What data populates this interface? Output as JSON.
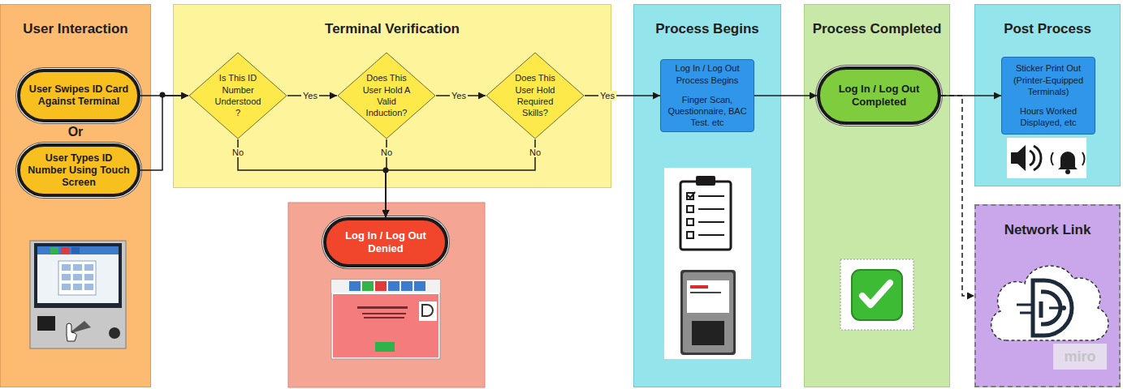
{
  "diagram": {
    "nodes": [
      {
        "text": [
          "User Interaction"
        ]
      },
      {
        "text": [
          "User Swipes ID Card Against Terminal"
        ],
        "in": 0
      },
      {
        "text": [
          "User Types ID Number Using Touch Screen"
        ],
        "in": 0
      },
      {
        "text": [
          "Terminal Verification"
        ]
      },
      {
        "text": [
          "Is This ID Number Understood ?"
        ],
        "in": 3
      },
      {
        "text": [
          "Does This User Hold A Valid Induction?"
        ],
        "in": 3
      },
      {
        "text": [
          "Does This User Hold Required Skills?"
        ],
        "in": 3
      },
      {
        "text": [
          "Log In / Log Out Denied"
        ]
      },
      {
        "text": [
          "Process Begins"
        ]
      },
      {
        "text": [
          "Log In / Log Out Process Begins",
          "Finger Scan, Questionnaire, BAC Test. etc"
        ],
        "in": 8
      },
      {
        "text": [
          "Process Completed"
        ]
      },
      {
        "text": [
          "Log In / Log Out Completed"
        ],
        "in": 10
      },
      {
        "text": [
          "Post Process"
        ]
      },
      {
        "text": [
          "Sticker Print Out (Printer-Equipped Terminals)",
          "Hours Worked Displayed, etc"
        ],
        "in": 12
      },
      {
        "text": [
          "Network Link"
        ]
      }
    ],
    "edges": [
      {
        "from": 1,
        "to": 4,
        "arrow": "to"
      },
      {
        "from": 2,
        "to": 4,
        "arrow": "to"
      },
      {
        "from": 4,
        "to": 5,
        "label": "Yes",
        "arrow": "to"
      },
      {
        "from": 5,
        "to": 6,
        "label": "Yes",
        "arrow": "to"
      },
      {
        "from": 6,
        "to": 9,
        "label": "Yes",
        "arrow": "to"
      },
      {
        "from": 4,
        "to": 7,
        "label": "No",
        "arrow": "to"
      },
      {
        "from": 5,
        "to": 7,
        "label": "No",
        "arrow": "to"
      },
      {
        "from": 6,
        "to": 7,
        "label": "No",
        "arrow": "to"
      },
      {
        "from": 9,
        "to": 11,
        "arrow": "to"
      },
      {
        "from": 11,
        "to": 13,
        "arrow": "to"
      },
      {
        "from": 11,
        "to": 14,
        "arrow": "to"
      }
    ],
    "labels": [
      "Or",
      "miro"
    ]
  }
}
